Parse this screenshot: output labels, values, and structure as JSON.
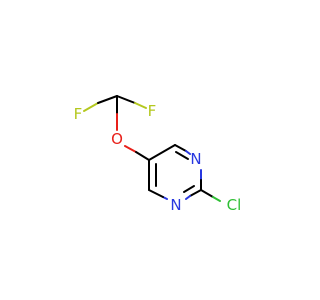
{
  "molecule": {
    "atoms": {
      "F1": {
        "label": "F",
        "color": "#b4c81e"
      },
      "F2": {
        "label": "F",
        "color": "#b4c81e"
      },
      "O": {
        "label": "O",
        "color": "#e8201a"
      },
      "N1": {
        "label": "N",
        "color": "#2838e0"
      },
      "N2": {
        "label": "N",
        "color": "#2838e0"
      },
      "Cl": {
        "label": "Cl",
        "color": "#2fbf35"
      }
    },
    "bond_color": "#000000"
  }
}
